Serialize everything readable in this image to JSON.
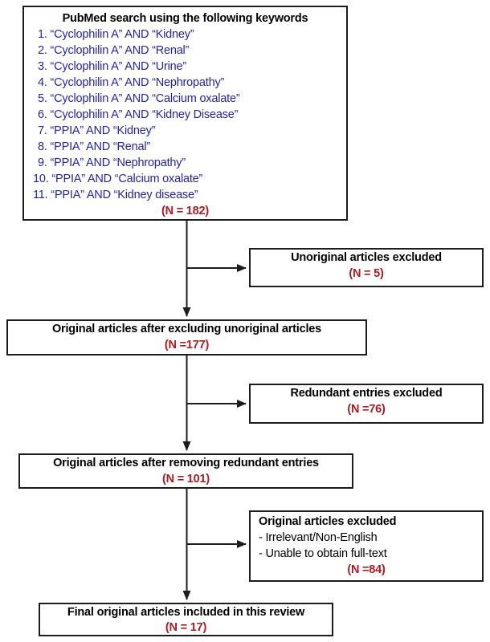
{
  "colors": {
    "keyword_blue": "#2323AC",
    "count_red": "#B11A1E",
    "line_black": "#1C1C1C"
  },
  "top_box": {
    "title": "PubMed search using the following keywords",
    "keywords": [
      "1. “Cyclophilin A” AND “Kidney”",
      "2. “Cyclophilin A” AND “Renal”",
      "3. “Cyclophilin A” AND “Urine”",
      "4. “Cyclophilin A” AND “Nephropathy”",
      "5. “Cyclophilin A” AND “Calcium oxalate”",
      "6. “Cyclophilin A” AND “Kidney Disease”",
      "7. “PPIA” AND “Kidney”",
      "8. “PPIA” AND “Renal”",
      "9. “PPIA” AND “Nephropathy”",
      "10. “PPIA” AND “Calcium oxalate”",
      "11. “PPIA” AND “Kidney disease”"
    ],
    "count": "(N = 182)"
  },
  "boxes": {
    "excluded_unoriginal": {
      "title": "Unoriginal articles excluded",
      "count": "(N = 5)"
    },
    "after_unoriginal": {
      "title": "Original articles after excluding unoriginal articles",
      "count": "(N =177)"
    },
    "excluded_redundant": {
      "title": "Redundant entries excluded",
      "count": "(N =76)"
    },
    "after_redundant": {
      "title": "Original articles after removing redundant entries",
      "count": "(N = 101)"
    },
    "excluded_original": {
      "title": "Original articles excluded",
      "reasons": [
        "- Irrelevant/Non-English",
        "- Unable to obtain full-text"
      ],
      "count": "(N =84)"
    },
    "final": {
      "title": "Final original articles included in this review",
      "count": "(N = 17)"
    }
  }
}
